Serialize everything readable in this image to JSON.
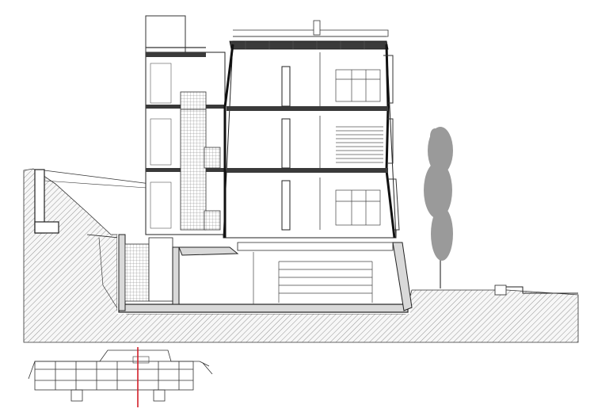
{
  "drawing": {
    "kind": "architectural building section",
    "palette": {
      "line": "#1a1a1a",
      "ground_hatch": "#8a8a8a",
      "ground_fill": "#f2f2f2",
      "tree": "#9a9a9a",
      "section_cut_marker": "#d21f2a",
      "background": "#ffffff"
    },
    "floors_above_ground": 3,
    "basement_levels": 1,
    "elements": [
      "staircase",
      "stair-tower",
      "roof-terrace",
      "retaining-wall",
      "slope-terrain",
      "poplar-tree",
      "boundary-fence"
    ]
  },
  "key_plan": {
    "kind": "key plan with section cut line",
    "cut_marker_color": "#d21f2a"
  }
}
